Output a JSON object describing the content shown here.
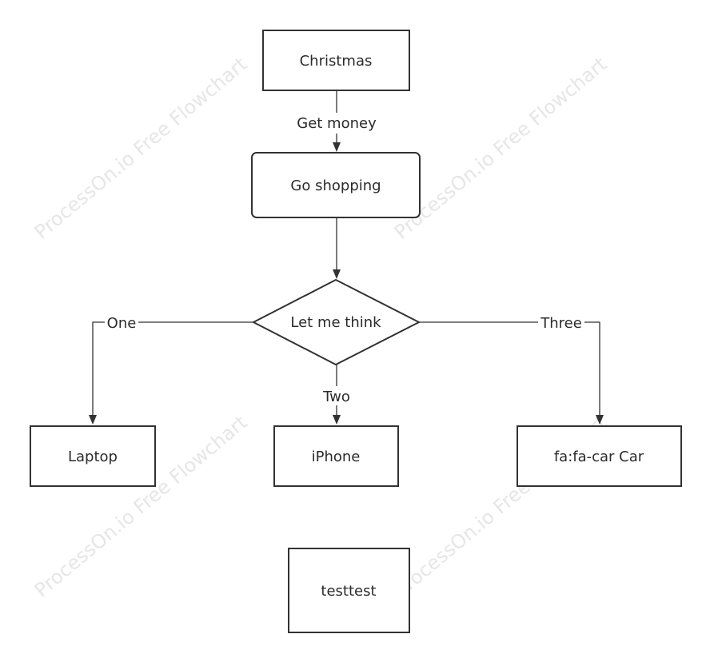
{
  "watermark": {
    "text": "ProcessOn.io Free Flowchart",
    "color": "#e6e6e6"
  },
  "colors": {
    "stroke": "#323232",
    "text": "#2b2b2b",
    "background": "#ffffff"
  },
  "nodes": {
    "christmas": {
      "label": "Christmas",
      "shape": "rectangle"
    },
    "go_shopping": {
      "label": "Go shopping",
      "shape": "rounded-rectangle"
    },
    "let_me_think": {
      "label": "Let me think",
      "shape": "diamond"
    },
    "laptop": {
      "label": "Laptop",
      "shape": "rectangle"
    },
    "iphone": {
      "label": "iPhone",
      "shape": "rectangle"
    },
    "car": {
      "label": "fa:fa-car Car",
      "shape": "rectangle"
    },
    "testtest": {
      "label": "testtest",
      "shape": "rectangle"
    }
  },
  "edges": {
    "get_money": {
      "from": "Christmas",
      "to": "Go shopping",
      "label": "Get money"
    },
    "shopping_to_think": {
      "from": "Go shopping",
      "to": "Let me think",
      "label": ""
    },
    "one": {
      "from": "Let me think",
      "to": "Laptop",
      "label": "One"
    },
    "two": {
      "from": "Let me think",
      "to": "iPhone",
      "label": "Two"
    },
    "three": {
      "from": "Let me think",
      "to": "fa:fa-car Car",
      "label": "Three"
    }
  }
}
